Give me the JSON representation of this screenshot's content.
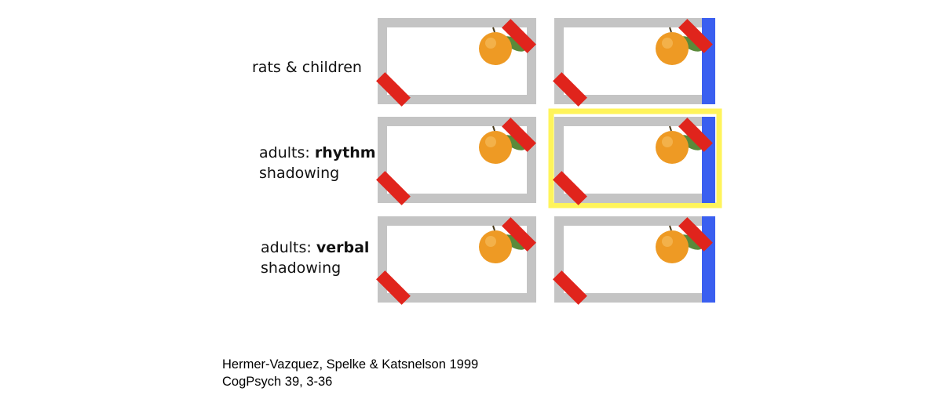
{
  "rows": [
    {
      "label_plain": "rats & children",
      "label_bold": "",
      "label_suffix": ""
    },
    {
      "label_plain": "adults: ",
      "label_bold": "rhythm",
      "label_suffix": "shadowing"
    },
    {
      "label_plain": "adults: ",
      "label_bold": "verbal",
      "label_suffix": "shadowing"
    }
  ],
  "citation": {
    "line1": "Hermer-Vazquez, Spelke & Katsnelson 1999",
    "line2": "CogPsych 39, 3-36"
  },
  "colors": {
    "wall": "#c4c4c4",
    "panel": "#e0241c",
    "blue_wall": "#3a5ff0",
    "highlight": "#fff45a",
    "orange": "#ee9a24",
    "leaf": "#5a8a3a"
  },
  "icons": [
    "orange-fruit-icon",
    "red-panel-marker"
  ]
}
